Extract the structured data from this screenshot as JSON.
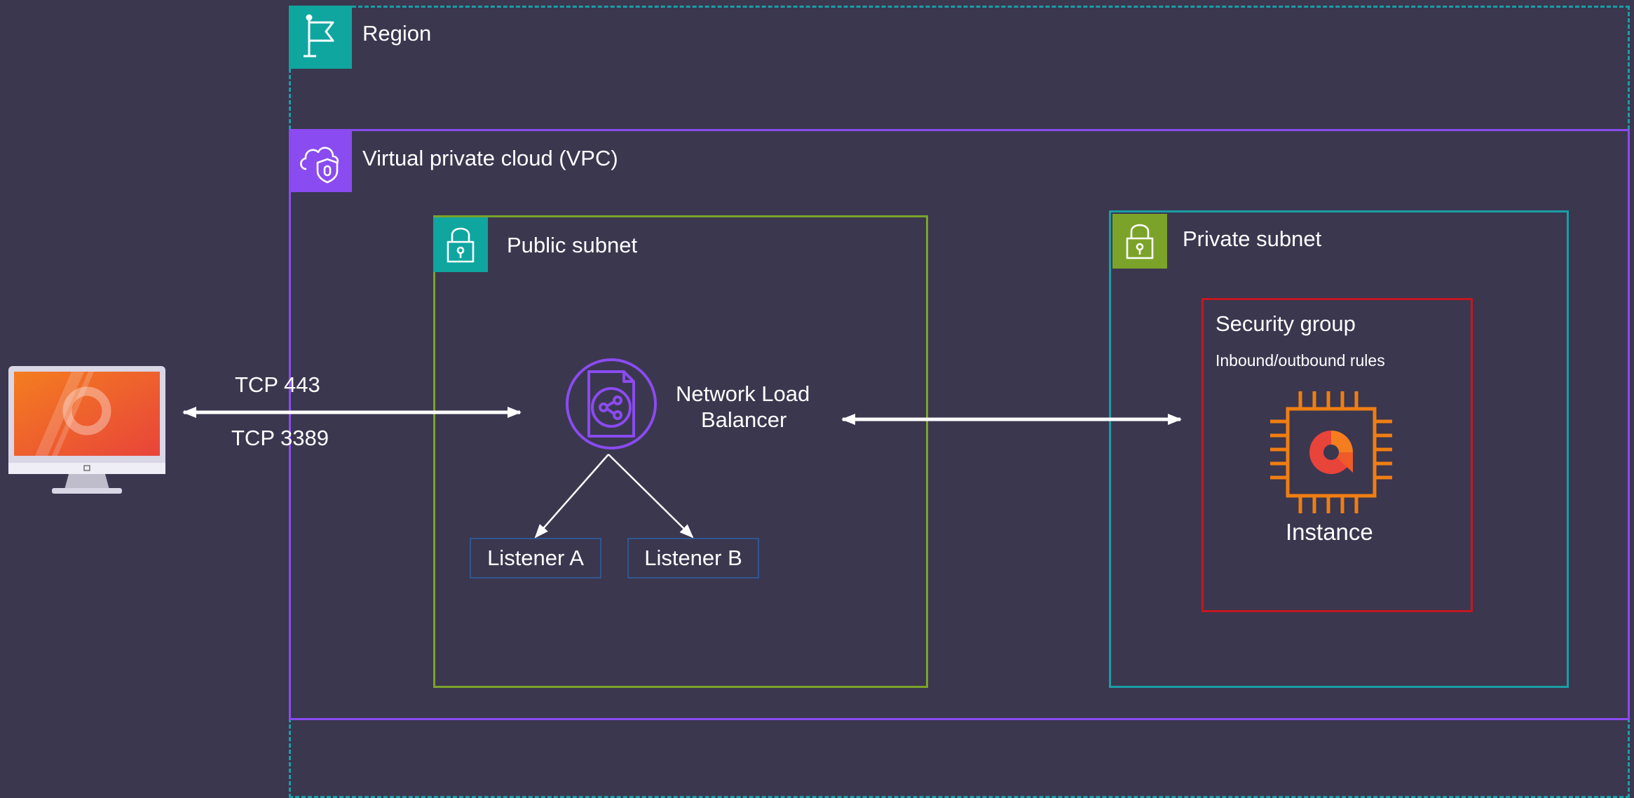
{
  "region": {
    "label": "Region",
    "icon": "flag-icon",
    "color": "#1a9ea6"
  },
  "vpc": {
    "label": "Virtual private cloud (VPC)",
    "icon": "cloud-shield-icon",
    "color": "#8a4bf0"
  },
  "public_subnet": {
    "label": "Public subnet",
    "icon": "lock-icon",
    "color": "#7ba32a",
    "tile_color": "#0fa6a0"
  },
  "private_subnet": {
    "label": "Private subnet",
    "icon": "lock-icon",
    "color": "#1a9ea6",
    "tile_color": "#7ba32a"
  },
  "security_group": {
    "title": "Security group",
    "subtitle": "Inbound/outbound rules",
    "color": "#c4171f"
  },
  "load_balancer": {
    "line1": "Network Load",
    "line2": "Balancer",
    "icon": "network-load-balancer-icon",
    "color": "#8a4bf0"
  },
  "listeners": [
    {
      "label": "Listener A"
    },
    {
      "label": "Listener B"
    }
  ],
  "instance": {
    "label": "Instance",
    "icon": "ec2-instance-chip-icon",
    "color": "#f07e12"
  },
  "client": {
    "icon": "desktop-computer-icon"
  },
  "connection": {
    "port1": "TCP 443",
    "port2": "TCP 3389"
  }
}
